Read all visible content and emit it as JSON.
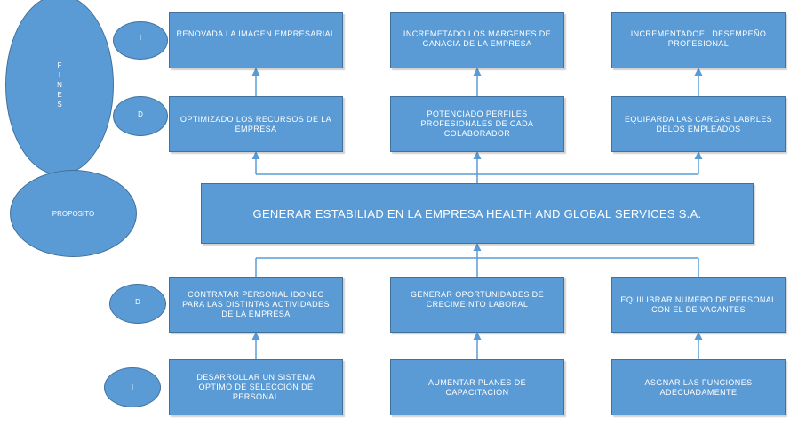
{
  "ellipses": {
    "fines": "F\nI\nN\nE\nS",
    "i_top": "I",
    "d_top": "D",
    "proposito": "PROPOSITO",
    "d_bottom": "D",
    "i_bottom": "I"
  },
  "fines_row": [
    "RENOVADA LA IMAGEN EMPRESARIAL",
    "INCREMETADO LOS MARGENES DE GANACIA DE LA EMPRESA",
    "INCREMENTADOEL DESEMPEÑO PROFESIONAL"
  ],
  "d_top_row": [
    "OPTIMIZADO LOS RECURSOS DE LA EMPRESA",
    "POTENCIADO PERFILES PROFESIONALES DE CADA COLABORADOR",
    "EQUIPARDA LAS CARGAS LABRLES DELOS EMPLEADOS"
  ],
  "purpose": "GENERAR ESTABILIAD EN LA EMPRESA HEALTH AND GLOBAL SERVICES S.A.",
  "d_bottom_row": [
    "CONTRATAR PERSONAL IDONEO PARA LAS DISTINTAS ACTIVIDADES DE LA EMPRESA",
    "GENERAR OPORTUNIDADES DE CRECIMEINTO LABORAL",
    "EQUILIBRAR NUMERO DE PERSONAL CON EL DE VACANTES"
  ],
  "i_bottom_row": [
    "DESARROLLAR UN SISTEMA OPTIMO DE SELECCIÓN DE PERSONAL",
    "AUMENTAR PLANES DE CAPACITACION",
    "ASGNAR LAS FUNCIONES ADECUADAMENTE"
  ],
  "colors": {
    "fill": "#5b9bd5",
    "border": "#41719c",
    "text": "#ffffff"
  }
}
